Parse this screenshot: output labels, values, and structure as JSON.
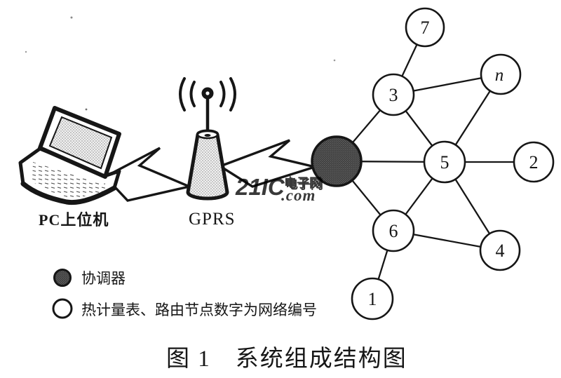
{
  "figure": {
    "caption": "图 1　系统组成结构图"
  },
  "devices": {
    "pc_label": "PC上位机",
    "gprs_label": "GPRS"
  },
  "legend": {
    "coordinator_label": "协调器",
    "meter_label": "热计量表、路由节点数字为网络编号"
  },
  "watermark": {
    "brand": "21IC",
    "site": "电子网",
    "suffix": ".com",
    "brand_color": "#eba6a6",
    "site_color": "#9d9d9d"
  },
  "nodes": [
    {
      "label": "7"
    },
    {
      "label": "n"
    },
    {
      "label": "3"
    },
    {
      "label": "5"
    },
    {
      "label": "2"
    },
    {
      "label": "6"
    },
    {
      "label": "4"
    },
    {
      "label": "1"
    }
  ],
  "colors": {
    "ink": "#161616",
    "coordinator_fill": "#474747"
  }
}
